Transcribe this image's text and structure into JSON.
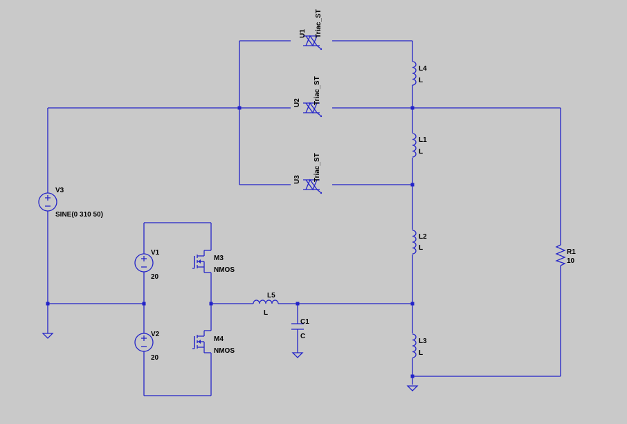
{
  "colors": {
    "background": "#c9c9c9",
    "wire": "#2323c8",
    "text": "#000000"
  },
  "components": {
    "U1": {
      "name": "U1",
      "value": "Triac_ST"
    },
    "U2": {
      "name": "U2",
      "value": "Triac_ST"
    },
    "U3": {
      "name": "U3",
      "value": "Triac_ST"
    },
    "L4": {
      "name": "L4",
      "value": "L"
    },
    "L1": {
      "name": "L1",
      "value": "L"
    },
    "L2": {
      "name": "L2",
      "value": "L"
    },
    "L3": {
      "name": "L3",
      "value": "L"
    },
    "L5": {
      "name": "L5",
      "value": "L"
    },
    "V3": {
      "name": "V3",
      "value": "SINE(0 310 50)"
    },
    "V1": {
      "name": "V1",
      "value": "20"
    },
    "V2": {
      "name": "V2",
      "value": "20"
    },
    "M3": {
      "name": "M3",
      "value": "NMOS"
    },
    "M4": {
      "name": "M4",
      "value": "NMOS"
    },
    "C1": {
      "name": "C1",
      "value": "C"
    },
    "R1": {
      "name": "R1",
      "value": "10"
    }
  }
}
